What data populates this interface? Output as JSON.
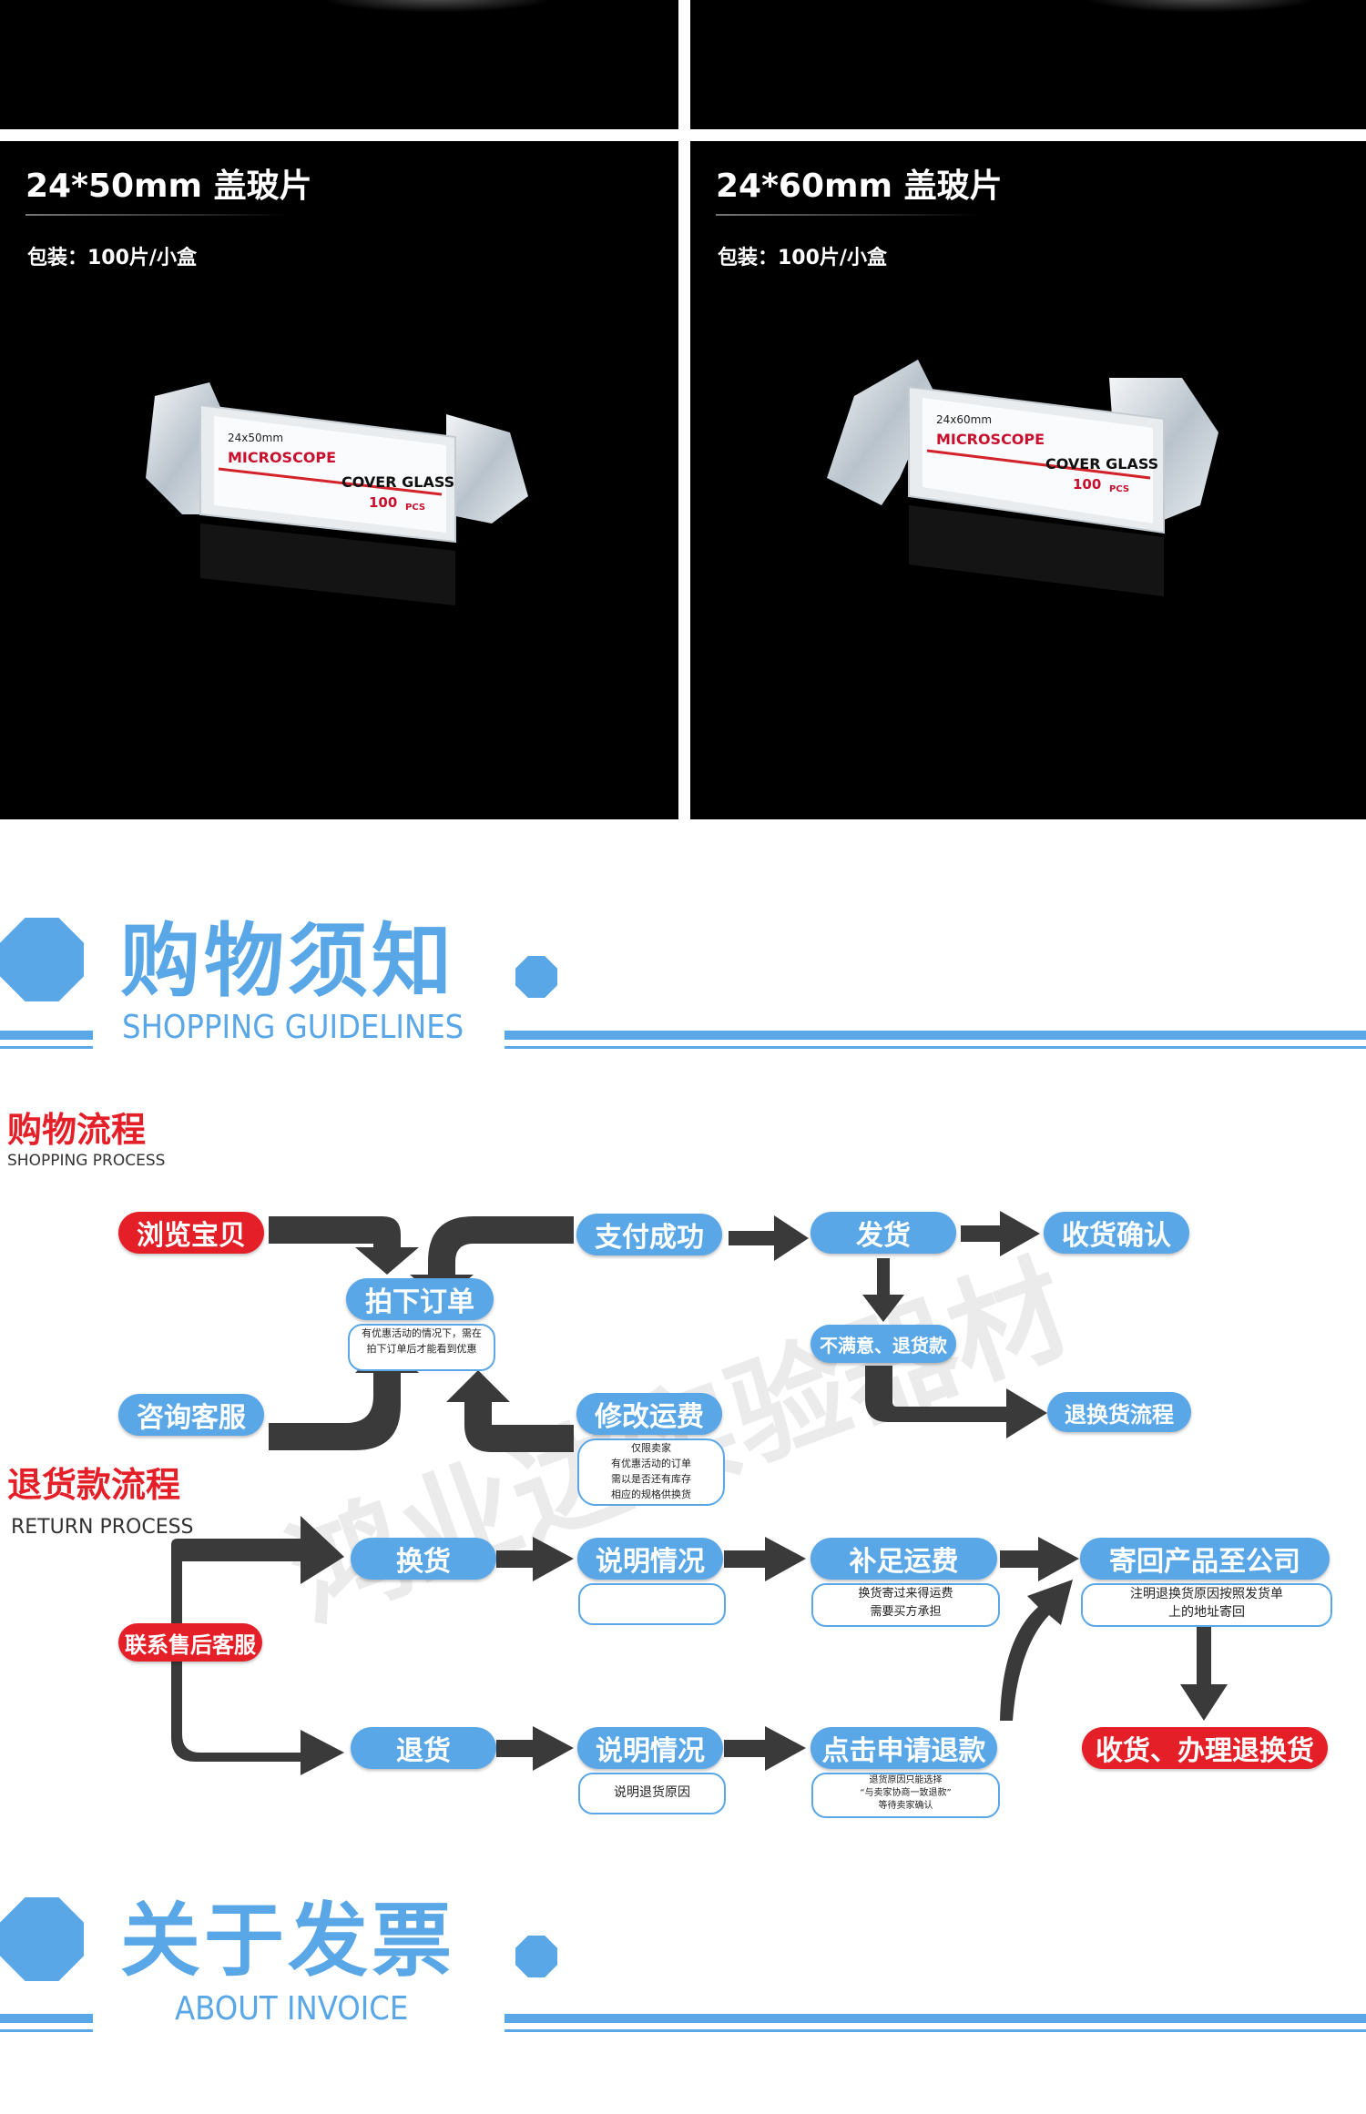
{
  "products": [
    {
      "title": "24*50mm 盖玻片",
      "pack": "包装：100片/小盒",
      "box_size": "24x50mm"
    },
    {
      "title": "24*60mm 盖玻片",
      "pack": "包装：100片/小盒",
      "box_size": "24x60mm"
    }
  ],
  "box_label": {
    "brand": "MICROSCOPE",
    "product": "COVER GLASS",
    "count": "100",
    "unit": "PCS"
  },
  "shopping_section": {
    "title": "购物须知",
    "subtitle": "SHOPPING GUIDELINES"
  },
  "shopping_process": {
    "heading": "购物流程",
    "subheading": "SHOPPING PROCESS",
    "browse": "浏览宝贝",
    "place_order": "拍下订单",
    "place_order_note": [
      "有优惠活动的情况下，需在",
      "拍下订单后才能看到优惠"
    ],
    "consult": "咨询客服",
    "pay_success": "支付成功",
    "modify_shipping": "修改运费",
    "modify_shipping_note": [
      "仅限卖家",
      "有优惠活动的订单",
      "需以是否还有库存",
      "相应的规格供换货"
    ],
    "ship": "发货",
    "confirm_receipt": "收货确认",
    "unsatisfied": "不满意、退货款",
    "exchange_flow": "退换货流程"
  },
  "return_process": {
    "heading": "退货款流程",
    "subheading": "RETURN PROCESS",
    "contact": "联系售后客服",
    "exchange": "换货",
    "refund": "退货",
    "explain": "说明情况",
    "explain_refund_note": "说明退货原因",
    "top_up_shipping": "补足运费",
    "top_up_note": [
      "换货寄过来得运费",
      "需要买方承担"
    ],
    "apply_refund": "点击申请退款",
    "apply_refund_note": [
      "退货原因只能选择",
      "“与卖家协商一致退款”",
      "等待卖家确认"
    ],
    "send_back": "寄回产品至公司",
    "send_back_note": [
      "注明退换货原因按照发货单",
      "上的地址寄回"
    ],
    "receive_done": "收货、办理退换货"
  },
  "watermark": "鸿业达实验器材",
  "invoice_section": {
    "title": "关于发票",
    "subtitle": "ABOUT INVOICE"
  },
  "colors": {
    "accent": "#5aa7e8",
    "red": "#e51f27",
    "arrow": "#3a3a3a"
  }
}
